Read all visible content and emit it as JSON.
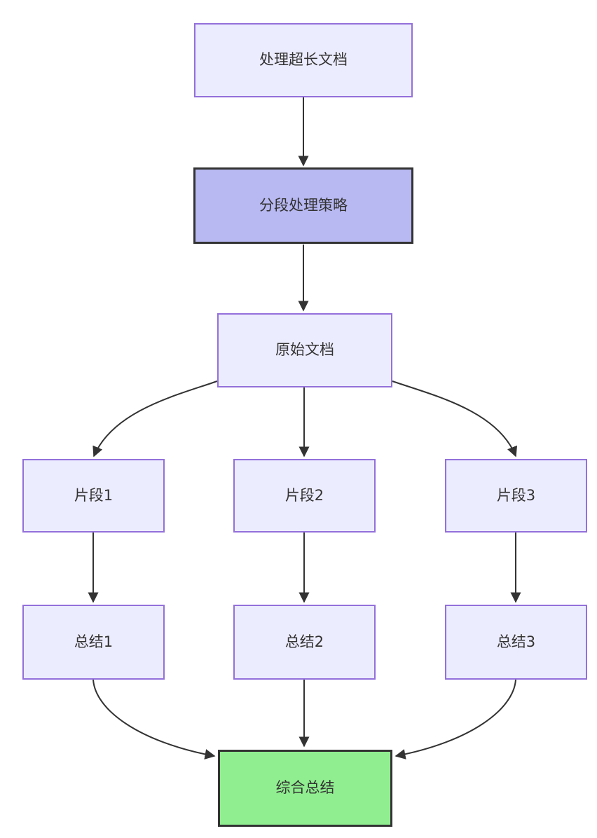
{
  "diagram": {
    "type": "flowchart",
    "direction": "top-down",
    "nodes": [
      {
        "id": "start",
        "label": "处理超长文档",
        "style": "default"
      },
      {
        "id": "strategy",
        "label": "分段处理策略",
        "style": "highlight"
      },
      {
        "id": "original-doc",
        "label": "原始文档",
        "style": "default"
      },
      {
        "id": "segment-1",
        "label": "片段1",
        "style": "default"
      },
      {
        "id": "segment-2",
        "label": "片段2",
        "style": "default"
      },
      {
        "id": "segment-3",
        "label": "片段3",
        "style": "default"
      },
      {
        "id": "summary-1",
        "label": "总结1",
        "style": "default"
      },
      {
        "id": "summary-2",
        "label": "总结2",
        "style": "default"
      },
      {
        "id": "summary-3",
        "label": "总结3",
        "style": "default"
      },
      {
        "id": "final-summary",
        "label": "综合总结",
        "style": "success"
      }
    ],
    "edges": [
      {
        "from": "start",
        "to": "strategy"
      },
      {
        "from": "strategy",
        "to": "original-doc"
      },
      {
        "from": "original-doc",
        "to": "segment-1"
      },
      {
        "from": "original-doc",
        "to": "segment-2"
      },
      {
        "from": "original-doc",
        "to": "segment-3"
      },
      {
        "from": "segment-1",
        "to": "summary-1"
      },
      {
        "from": "segment-2",
        "to": "summary-2"
      },
      {
        "from": "segment-3",
        "to": "summary-3"
      },
      {
        "from": "summary-1",
        "to": "final-summary"
      },
      {
        "from": "summary-2",
        "to": "final-summary"
      },
      {
        "from": "summary-3",
        "to": "final-summary"
      }
    ],
    "colors": {
      "node_fill": "#ECECFF",
      "node_border": "#9370DB",
      "highlight_fill": "#b8b8f2",
      "success_fill": "#90EE90",
      "dark_border": "#333333",
      "edge": "#333333",
      "text": "#333333",
      "background": "#ffffff"
    }
  }
}
